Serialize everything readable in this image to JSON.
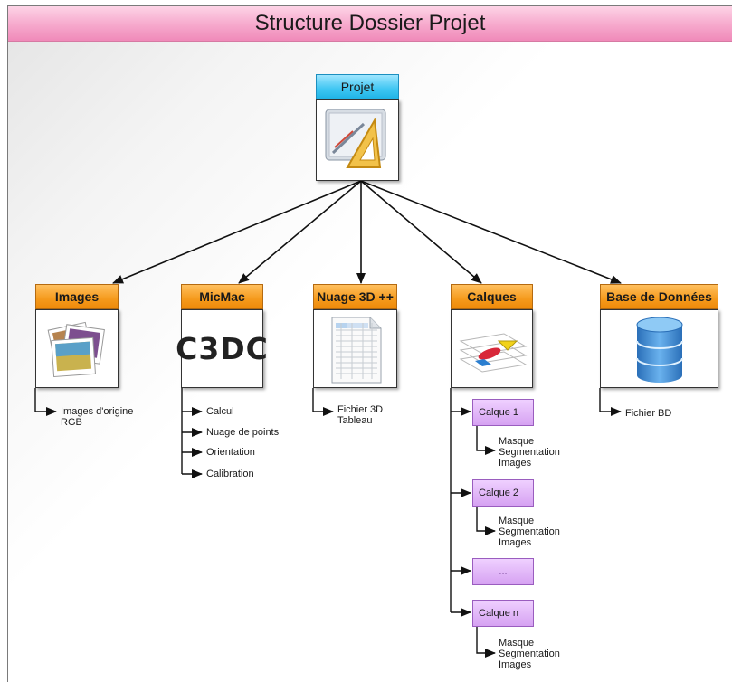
{
  "title": "Structure Dossier Projet",
  "root": {
    "label": "Projet",
    "icon": "drafting-tools-icon"
  },
  "branches": [
    {
      "key": "images",
      "label": "Images",
      "icon": "photos-stack-icon",
      "children": [
        "Images d'origine\nRGB"
      ]
    },
    {
      "key": "micmac",
      "label": "MicMac",
      "logo_text": "C3DC",
      "icon": "c3dc-logo",
      "children": [
        "Calcul",
        "Nuage de points",
        "Orientation",
        "Calibration"
      ]
    },
    {
      "key": "nuage",
      "label": "Nuage 3D ++",
      "icon": "spreadsheet-icon",
      "children": [
        "Fichier 3D\nTableau"
      ]
    },
    {
      "key": "calques",
      "label": "Calques",
      "icon": "layers-icon",
      "sublayers": [
        {
          "label": "Calque 1",
          "children": "Masque\nSegmentation\nImages"
        },
        {
          "label": "Calque 2",
          "children": "Masque\nSegmentation\nImages"
        },
        {
          "label": "...",
          "children": ""
        },
        {
          "label": "Calque n",
          "children": "Masque\nSegmentation\nImages"
        }
      ]
    },
    {
      "key": "bd",
      "label": "Base de Données",
      "icon": "database-icon",
      "children": [
        "Fichier BD"
      ]
    }
  ],
  "colors": {
    "title_bar": "#f6a8cc",
    "root_label": "#3ec6f2",
    "branch_label": "#f59a1c",
    "sublayer_label": "#d6a2f2"
  }
}
